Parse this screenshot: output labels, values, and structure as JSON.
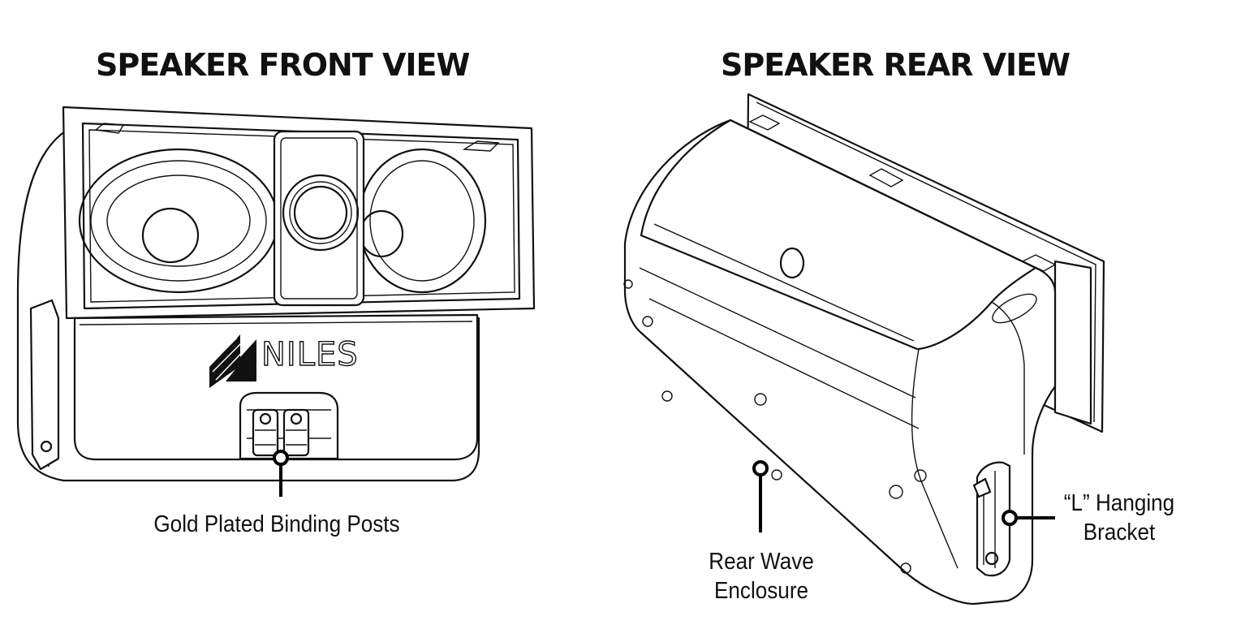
{
  "titles": {
    "front": "SPEAKER FRONT VIEW",
    "rear": "SPEAKER REAR VIEW"
  },
  "logo": {
    "text": "NILES",
    "icon": "niles-logo-icon"
  },
  "callouts": {
    "binding_posts": "Gold Plated Binding Posts",
    "rear_wave": {
      "line1": "Rear Wave",
      "line2": "Enclosure"
    },
    "bracket": {
      "line1": "“L” Hanging",
      "line2": "Bracket"
    }
  },
  "colors": {
    "ink": "#111111",
    "background": "#ffffff"
  }
}
